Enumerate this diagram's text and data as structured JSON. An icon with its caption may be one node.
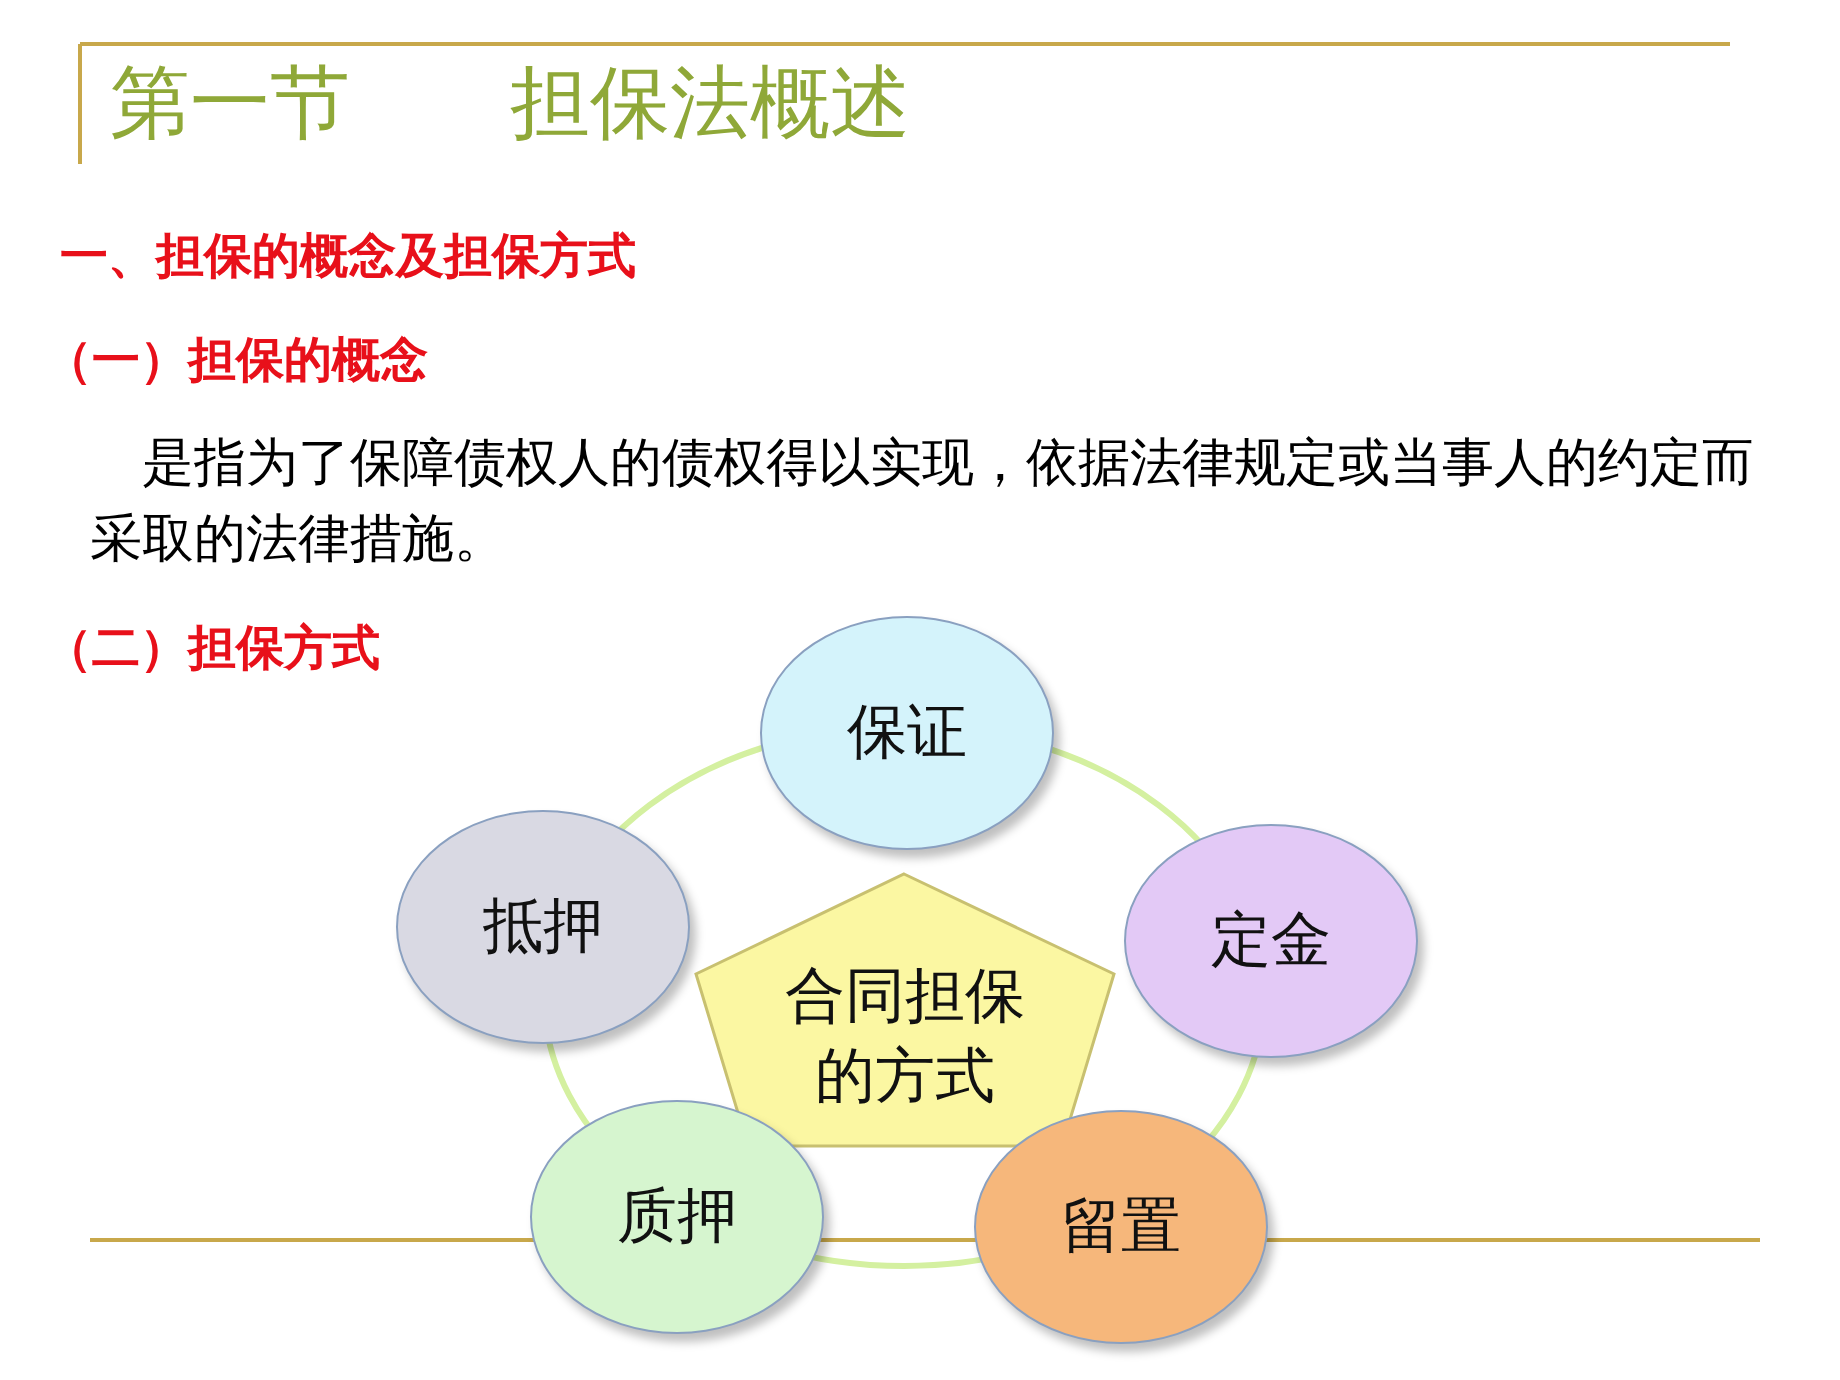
{
  "diagram": {
    "title": "第一节　　担保法概述",
    "nodes": [
      {
        "text": [
          "合同担保的方式"
        ]
      },
      {
        "text": [
          "保证"
        ]
      },
      {
        "text": [
          "定金"
        ]
      },
      {
        "text": [
          "留置"
        ]
      },
      {
        "text": [
          "质押"
        ]
      },
      {
        "text": [
          "抵押"
        ]
      }
    ],
    "labels": [
      "一、担保的概念及担保方式",
      "（一）担保的概念",
      "是指为了保障债权人的债权得以实现，依据法律规定或当事人的约定而采取的法律措施。",
      "（二）担保方式"
    ]
  }
}
